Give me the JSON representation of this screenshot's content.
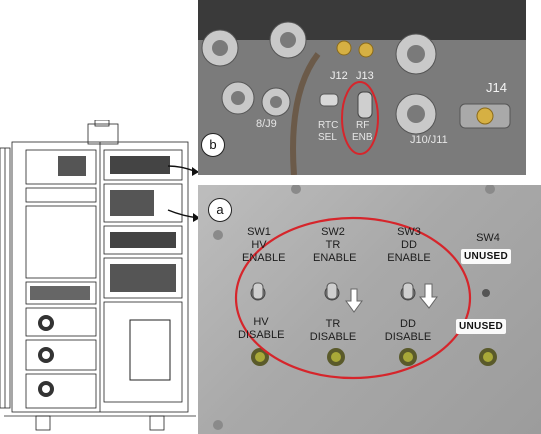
{
  "callouts": {
    "a": "a",
    "b": "b"
  },
  "photo_b": {
    "connector_j12": "J12",
    "connector_j13": "J13",
    "connector_j14": "J14",
    "connector_j9": "8/J9",
    "connector_j11": "J10/J11",
    "label_left_line1": "RTC",
    "label_left_line2": "SEL",
    "label_right_line1": "RF",
    "label_right_line2": "ENB"
  },
  "switch_panel": {
    "switches": [
      {
        "id": "SW1",
        "top": [
          "SW1",
          "HV",
          "ENABLE"
        ],
        "bottom": [
          "HV",
          "DISABLE"
        ]
      },
      {
        "id": "SW2",
        "top": [
          "SW2",
          "TR",
          "ENABLE"
        ],
        "bottom": [
          "TR",
          "DISABLE"
        ]
      },
      {
        "id": "SW3",
        "top": [
          "SW3",
          "DD",
          "ENABLE"
        ],
        "bottom": [
          "DD",
          "DISABLE"
        ]
      },
      {
        "id": "SW4",
        "top": [
          "SW4"
        ],
        "unused_top": "UNUSED",
        "unused_bottom": "UNUSED"
      }
    ]
  },
  "colors": {
    "highlight_ellipse": "#d6252b",
    "arrow_fill": "#ffffff",
    "led": "#8a8a2a"
  }
}
